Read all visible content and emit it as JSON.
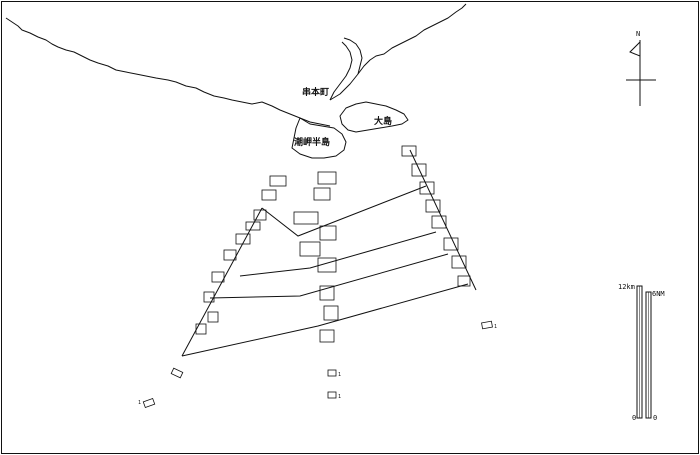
{
  "map": {
    "places": [
      {
        "id": "kushimoto",
        "label": "串本町"
      },
      {
        "id": "oshima",
        "label": "大島"
      },
      {
        "id": "shionomisaki",
        "label": "潮岬半島"
      }
    ],
    "north_label": "N",
    "scale_bar_km": {
      "label": "12km",
      "zero": "0"
    },
    "scale_bar_nm": {
      "label": "6NM",
      "zero": "0"
    },
    "marker_label": "1",
    "colors": {
      "ink": "#111111",
      "background": "#ffffff"
    }
  }
}
